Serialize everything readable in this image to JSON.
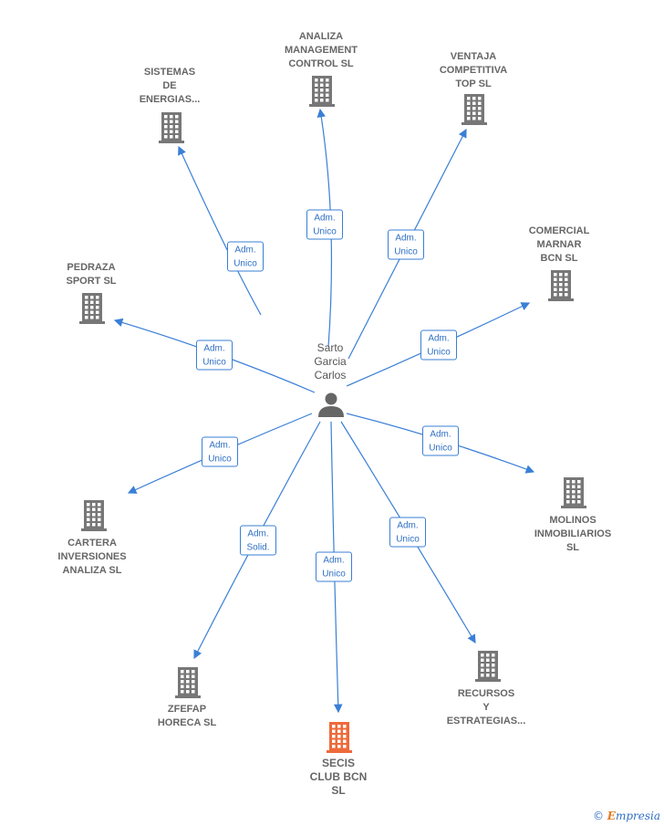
{
  "center": {
    "label": "Sarto\nGarcia\nCarlos",
    "icon": "person-icon"
  },
  "nodes": [
    {
      "id": "sistemas",
      "label": "SISTEMAS\nDE\nENERGIAS...",
      "relation": "Adm.\nUnico",
      "color": "#777777",
      "highlight": false
    },
    {
      "id": "analiza",
      "label": "ANALIZA\nMANAGEMENT\nCONTROL SL",
      "relation": "Adm.\nUnico",
      "color": "#777777",
      "highlight": false
    },
    {
      "id": "ventaja",
      "label": "VENTAJA\nCOMPETITIVA\nTOP SL",
      "relation": "Adm.\nUnico",
      "color": "#777777",
      "highlight": false
    },
    {
      "id": "comercial",
      "label": "COMERCIAL\nMARNAR\nBCN SL",
      "relation": "Adm.\nUnico",
      "color": "#777777",
      "highlight": false
    },
    {
      "id": "pedraza",
      "label": "PEDRAZA\nSPORT SL",
      "relation": "Adm.\nUnico",
      "color": "#777777",
      "highlight": false
    },
    {
      "id": "molinos",
      "label": "MOLINOS\nINMOBILIARIOS\nSL",
      "relation": "Adm.\nUnico",
      "color": "#777777",
      "highlight": false
    },
    {
      "id": "cartera",
      "label": "CARTERA\nINVERSIONES\nANALIZA SL",
      "relation": "Adm.\nUnico",
      "color": "#777777",
      "highlight": false
    },
    {
      "id": "zfefap",
      "label": "ZFEFAP\nHORECA SL",
      "relation": "Adm.\nSolid.",
      "color": "#777777",
      "highlight": false
    },
    {
      "id": "secis",
      "label": "SECIS\nCLUB BCN\nSL",
      "relation": "Adm.\nUnico",
      "color": "#ee6a3a",
      "highlight": true
    },
    {
      "id": "recursos",
      "label": "RECURSOS\nY\nESTRATEGIAS...",
      "relation": "Adm.\nUnico",
      "color": "#777777",
      "highlight": false
    }
  ],
  "brand": {
    "copyright": "©",
    "name": "mpresia",
    "initial": "E"
  },
  "colors": {
    "edge": "#3a7fd6",
    "building": "#777777",
    "highlight": "#ee6a3a",
    "person": "#666666"
  }
}
